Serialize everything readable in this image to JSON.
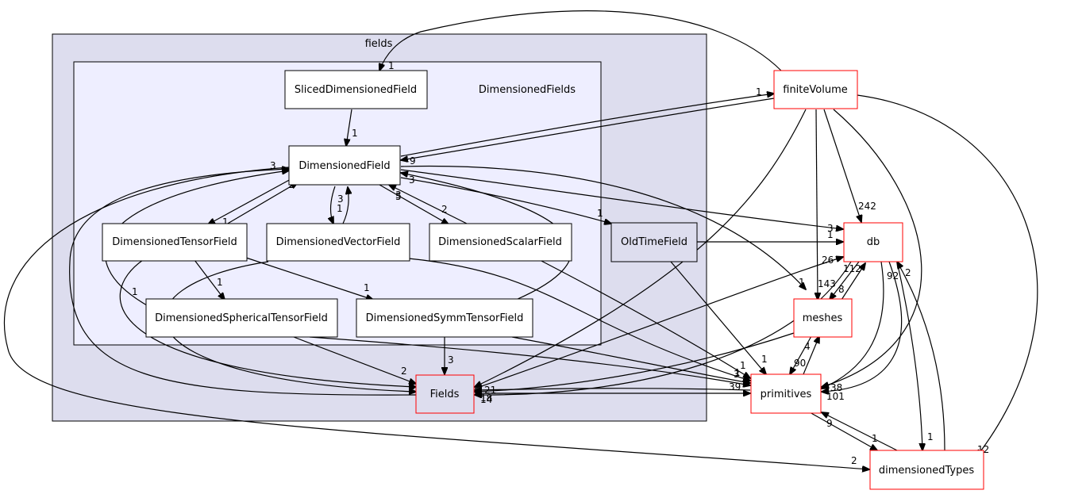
{
  "colors": {
    "outer_cluster_fill": "#ddddee",
    "inner_cluster_fill": "#eeeeff",
    "node_fill": "#ffffff",
    "node_border": "#000000",
    "external_border": "#ff0000",
    "oldtime_fill": "#ddddee"
  },
  "clusters": {
    "outer": "fields",
    "inner": "DimensionedFields"
  },
  "nodes": {
    "sliced": "SlicedDimensionedField",
    "dimensionedfield": "DimensionedField",
    "tensor": "DimensionedTensorField",
    "vector": "DimensionedVectorField",
    "scalar": "DimensionedScalarField",
    "oldtime": "OldTimeField",
    "spherical": "DimensionedSphericalTensorField",
    "symm": "DimensionedSymmTensorField",
    "fields": "Fields",
    "finitevolume": "finiteVolume",
    "db": "db",
    "meshes": "meshes",
    "primitives": "primitives",
    "dimensionedtypes": "dimensionedTypes"
  },
  "edge_labels": [
    "1",
    "1",
    "9",
    "1",
    "3",
    "3",
    "2",
    "1",
    "3",
    "1",
    "3",
    "5",
    "2",
    "1",
    "3",
    "1",
    "1",
    "1",
    "1",
    "1",
    "242",
    "26",
    "143",
    "112",
    "8",
    "92",
    "2",
    "4",
    "90",
    "1",
    "1",
    "3",
    "39",
    "38",
    "101",
    "9",
    "1",
    "1",
    "12",
    "2",
    "2",
    "3",
    "14",
    "2",
    "21",
    "1",
    "18",
    "2",
    "3"
  ]
}
